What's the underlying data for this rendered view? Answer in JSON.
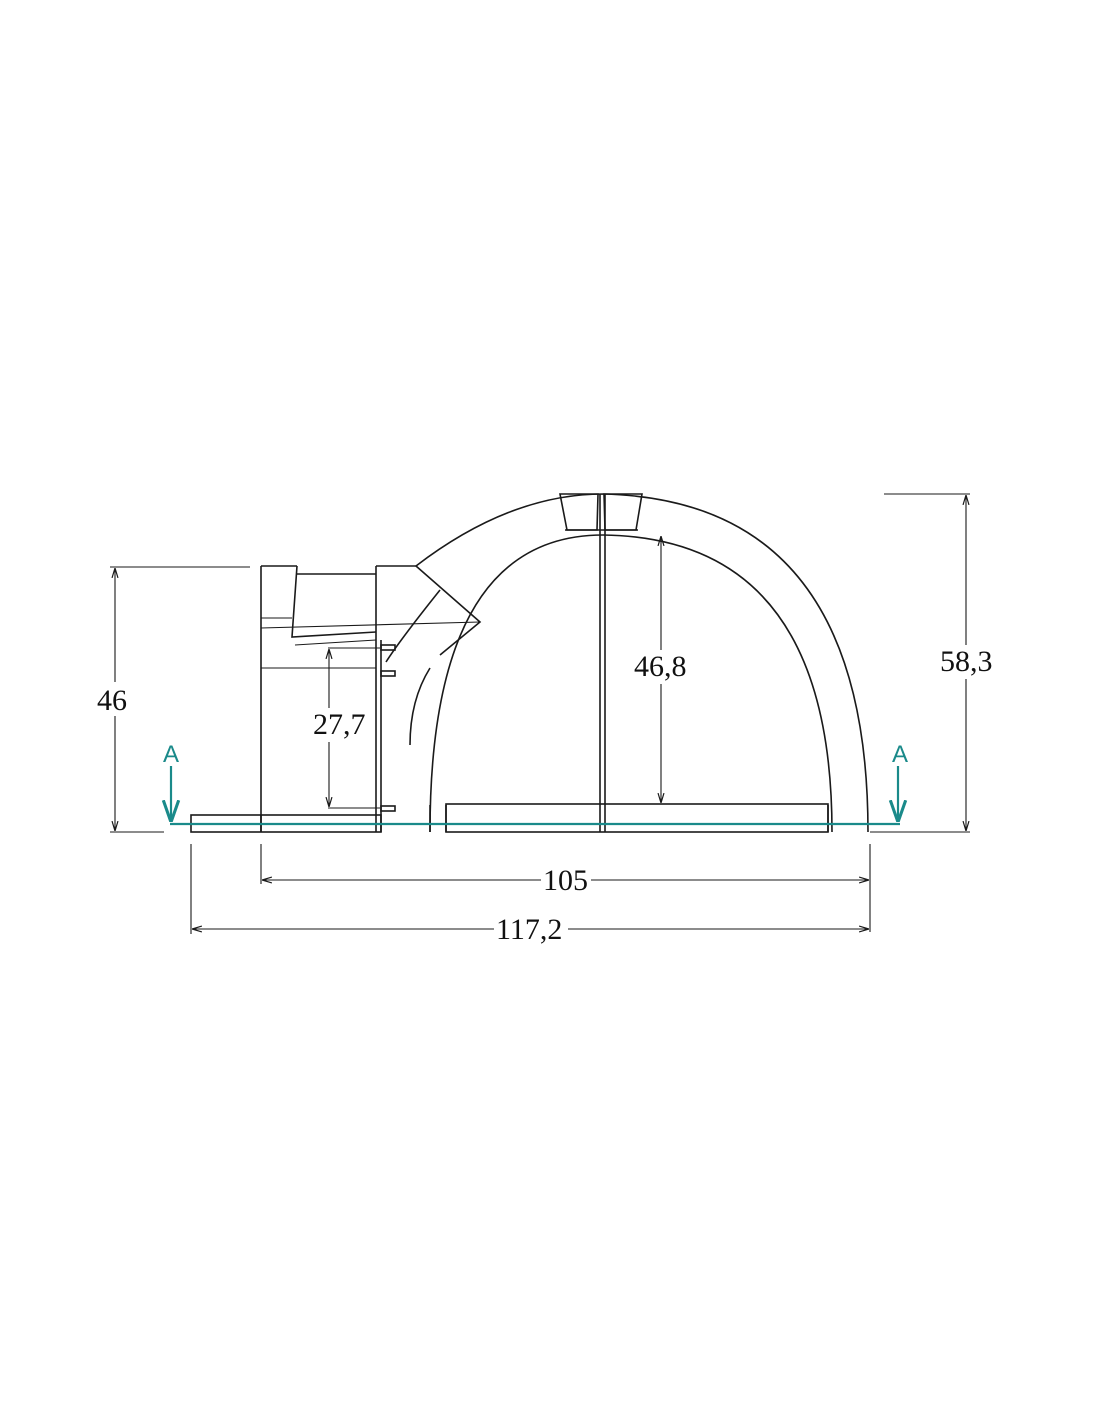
{
  "dimensions": {
    "total_width": "117,2",
    "oven_width": "105",
    "front_height": "46",
    "door_height": "27,7",
    "inner_height": "46,8",
    "total_height": "58,3"
  },
  "section": {
    "left_label": "A",
    "right_label": "A",
    "color": "#1a8a8a"
  }
}
